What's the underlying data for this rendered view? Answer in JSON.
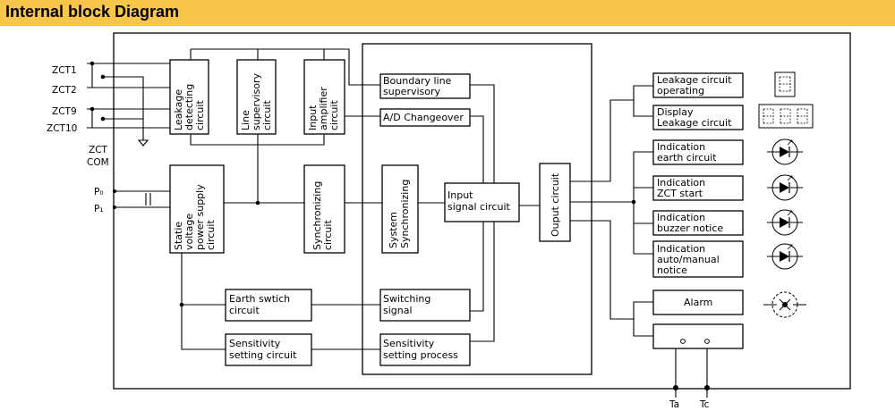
{
  "header": {
    "title": "Internal block Diagram",
    "bg_color": "#f7c64a"
  },
  "inputs": {
    "zct": [
      "ZCT1",
      "ZCT2",
      "ZCT9",
      "ZCT10"
    ],
    "zct_com": [
      "ZCT",
      "COM"
    ],
    "p0": "P₀",
    "p1": "P₁"
  },
  "blocks": {
    "leakage_detecting": [
      "Leakage",
      "detecting",
      "circuit"
    ],
    "line_supervisory": [
      "Line",
      "supervisory",
      "circuit"
    ],
    "input_amplifier": [
      "Input",
      "amplifier",
      "circuit"
    ],
    "static_voltage": [
      "Statie",
      "voltage",
      "power supply",
      "circuit"
    ],
    "synchronizing": [
      "Synchronizing",
      "circuit"
    ],
    "boundary_line": [
      "Boundary line",
      "supervisory"
    ],
    "ad_changeover": "A/D Changeover",
    "system_synchronizing": [
      "System",
      "Synchronizing"
    ],
    "input_signal": [
      "Input",
      "signal circuit"
    ],
    "output_circuit": "Ouput circuit",
    "earth_switch": [
      "Earth swtich",
      "circuit"
    ],
    "switching_signal": [
      "Switching",
      "signal"
    ],
    "sensitivity_setting": [
      "Sensitivity",
      "setting circuit"
    ],
    "sensitivity_process": [
      "Sensitivity",
      "setting process"
    ]
  },
  "outputs": {
    "leakage_operating": [
      "Leakage circuit",
      "operating"
    ],
    "display_leakage": [
      "Display",
      "Leakage circuit"
    ],
    "indication_earth": [
      "Indication",
      "earth circuit"
    ],
    "indication_zct": [
      "Indication",
      "ZCT start"
    ],
    "indication_buzzer": [
      "Indication",
      "buzzer notice"
    ],
    "indication_auto": [
      "Indication",
      "auto/manual",
      "notice"
    ],
    "alarm": "Alarm"
  },
  "terminals": {
    "ta": "Ta",
    "tc": "Tc"
  },
  "icons": [
    "seven-segment-digit-icon",
    "three-digit-display-icon",
    "led-icon",
    "led-icon",
    "led-icon",
    "led-icon",
    "buzzer-lamp-icon",
    "relay-contact-icon"
  ]
}
